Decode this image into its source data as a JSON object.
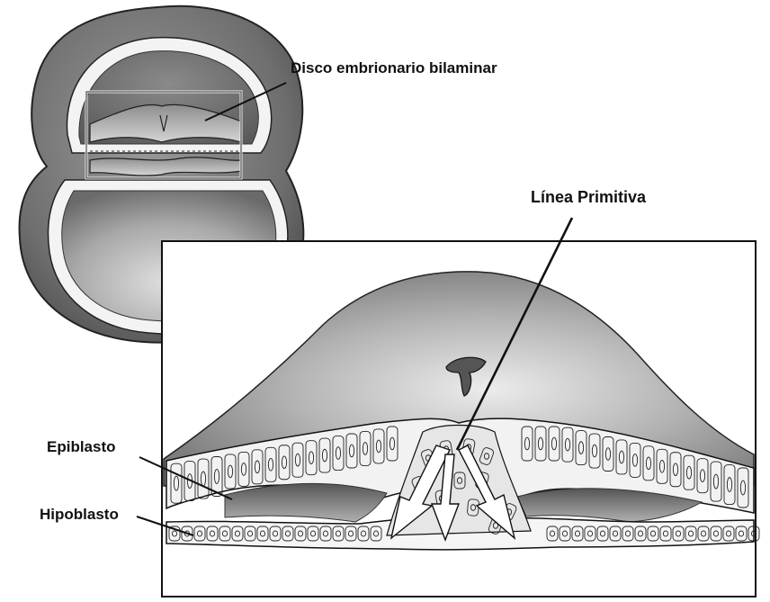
{
  "labels": {
    "disco": "Disco embrionario bilaminar",
    "linea": "Línea Primitiva",
    "epiblasto": "Epiblasto",
    "hipoblasto": "Hipoblasto"
  },
  "colors": {
    "ink": "#111111",
    "shade_dark": "#555555",
    "shade_mid": "#9a9a9a",
    "shade_light": "#e6e6e6",
    "cell_fill": "#f2f2f2"
  }
}
